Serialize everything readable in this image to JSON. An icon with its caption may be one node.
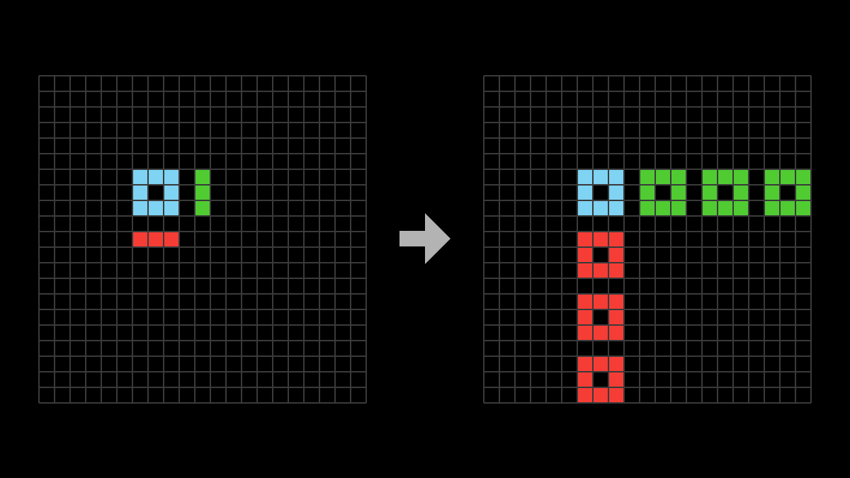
{
  "diagram": {
    "nodes": [
      {
        "text": [],
        "shape": "grid"
      },
      {
        "text": [],
        "shape": "grid"
      }
    ],
    "edges": [
      {
        "from": 0,
        "to": 1,
        "arrow": "to"
      }
    ]
  }
}
